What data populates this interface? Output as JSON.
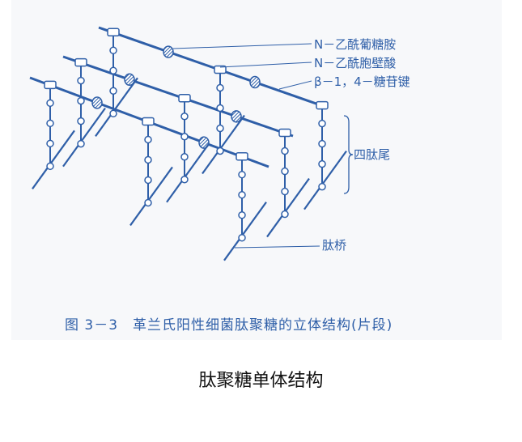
{
  "labels": {
    "nag": "N－乙酰葡糖胺",
    "nam": "N－乙酰胞壁酸",
    "bond": "β－1，4－糖苷键",
    "tetrapeptide": "四肽尾",
    "bridge": "肽桥"
  },
  "caption": "图 3－3　革兰氏阳性细菌肽聚糖的立体结构(片段)",
  "subtitle": "肽聚糖单体结构",
  "colors": {
    "ink": "#2f5fa8",
    "background": "#f7f8fa"
  }
}
